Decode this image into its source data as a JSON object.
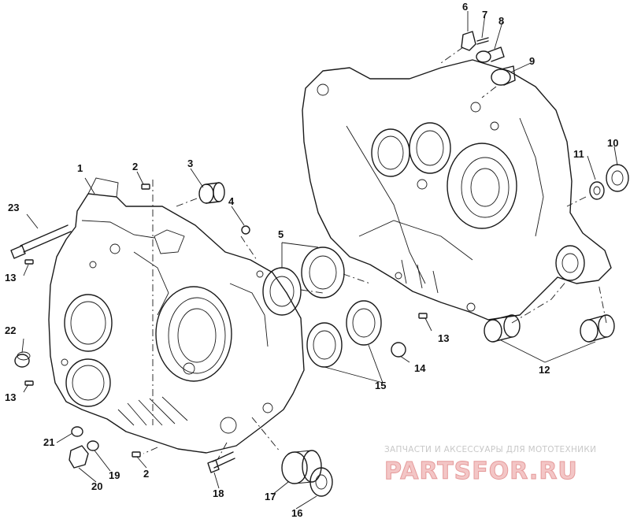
{
  "callouts": [
    {
      "id": "c1",
      "label": "1"
    },
    {
      "id": "c2a",
      "label": "2"
    },
    {
      "id": "c2b",
      "label": "2"
    },
    {
      "id": "c3",
      "label": "3"
    },
    {
      "id": "c4",
      "label": "4"
    },
    {
      "id": "c5",
      "label": "5"
    },
    {
      "id": "c6",
      "label": "6"
    },
    {
      "id": "c7",
      "label": "7"
    },
    {
      "id": "c8",
      "label": "8"
    },
    {
      "id": "c9",
      "label": "9"
    },
    {
      "id": "c10",
      "label": "10"
    },
    {
      "id": "c11",
      "label": "11"
    },
    {
      "id": "c12",
      "label": "12"
    },
    {
      "id": "c13a",
      "label": "13"
    },
    {
      "id": "c13b",
      "label": "13"
    },
    {
      "id": "c13c",
      "label": "13"
    },
    {
      "id": "c14",
      "label": "14"
    },
    {
      "id": "c15",
      "label": "15"
    },
    {
      "id": "c16",
      "label": "16"
    },
    {
      "id": "c17",
      "label": "17"
    },
    {
      "id": "c18",
      "label": "18"
    },
    {
      "id": "c19",
      "label": "19"
    },
    {
      "id": "c20",
      "label": "20"
    },
    {
      "id": "c21",
      "label": "21"
    },
    {
      "id": "c22",
      "label": "22"
    },
    {
      "id": "c23",
      "label": "23"
    }
  ],
  "watermark": {
    "subtitle": "ЗАПЧАСТИ И АКСЕССУАРЫ ДЛЯ МОТОТЕХНИКИ",
    "brand": "PARTSFOR.RU",
    "brand_fill": "#f3c6c6",
    "brand_stroke": "#e59a9a"
  }
}
